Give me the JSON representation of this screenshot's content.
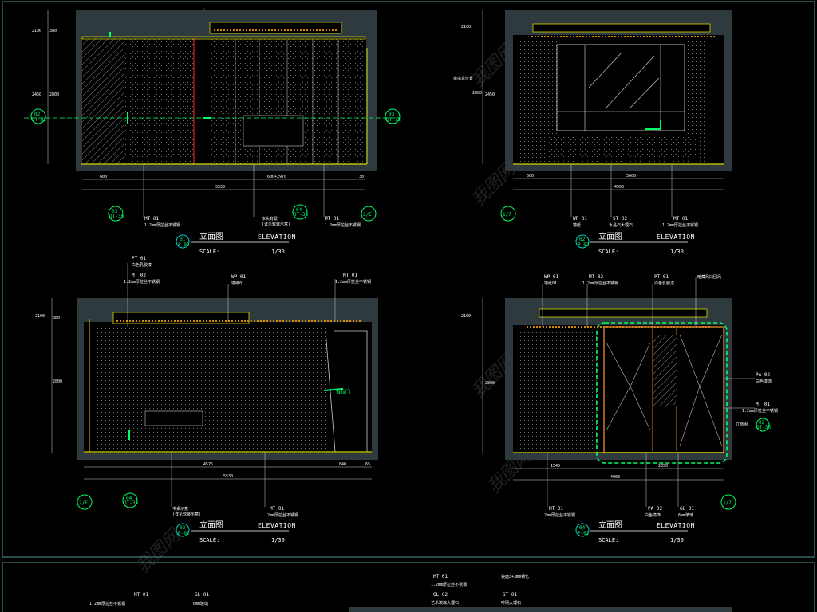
{
  "views": [
    {
      "id": "01",
      "title": "立面图",
      "title_en": "ELEVATION",
      "scale_label": "SCALE:",
      "scale": "1/30",
      "bubble_num": "01",
      "bubble_sub": "P-02",
      "total_dim": "5530",
      "dims": [
        "600",
        "600+2970",
        "30"
      ],
      "height_dims": [
        "2100",
        "2450",
        "2800",
        "380"
      ],
      "bottom_tags": [
        {
          "code": "MT 01",
          "text": "1.2mm厚拉丝不锈钢"
        },
        {
          "code": "MT 01",
          "text": "1.2mm厚拉丝不锈钢"
        }
      ],
      "bottom_note": [
        "床头背景",
        "(详见软装示意)"
      ],
      "section_marks": [
        {
          "num": "02",
          "sub": "DT-35"
        },
        {
          "num": "03",
          "sub": "DT-35"
        },
        {
          "num": "03",
          "sub": "DT-35"
        },
        {
          "num": "04",
          "sub": "DT-35"
        }
      ],
      "axis": "2/E"
    },
    {
      "id": "02",
      "title": "立面图",
      "title_en": "ELEVATION",
      "scale_label": "SCALE:",
      "scale": "1/30",
      "bubble_num": "02",
      "bubble_sub": "P-02",
      "total_dim": "4900",
      "dims": [
        "600",
        "3600"
      ],
      "height_dims": [
        "2100",
        "2450",
        "2800"
      ],
      "left_note": "窗帘盒位置",
      "bottom_tags": [
        {
          "code": "WP 01",
          "text": "墙纸"
        },
        {
          "code": "ST 02",
          "text": "水晶石大理石"
        },
        {
          "code": "MT 01",
          "text": "1.2mm厚拉丝不锈钢"
        }
      ],
      "axis": "1/7"
    },
    {
      "id": "03",
      "title": "立面图",
      "title_en": "ELEVATION",
      "scale_label": "SCALE:",
      "scale": "1/30",
      "bubble_num": "03",
      "bubble_sub": "P-02",
      "total_dim": "5530",
      "dims": [
        "4575",
        "840",
        "65"
      ],
      "height_dims": [
        "2100",
        "2800",
        "380"
      ],
      "top_tags": [
        {
          "code": "PT 01",
          "text": "白色乳胶漆"
        },
        {
          "code": "MT 02",
          "text": "1.2mm厚拉丝不锈钢"
        },
        {
          "code": "WP 01",
          "text": "墙纸01"
        },
        {
          "code": "MT 01",
          "text": "1.2mm厚拉丝不锈钢"
        }
      ],
      "door_label": "推拉门",
      "bottom_tags": [
        {
          "code": "MT 01",
          "text": "2mm厚拉丝不锈钢"
        }
      ],
      "bottom_note": [
        "书桌示意",
        "(详见软装示意)"
      ],
      "section_marks": [
        {
          "num": "04",
          "sub": "DT-35"
        }
      ],
      "axis": "2/E"
    },
    {
      "id": "04",
      "title": "立面图",
      "title_en": "ELEVATION",
      "scale_label": "SCALE:",
      "scale": "1/30",
      "bubble_num": "04",
      "bubble_sub": "P-02",
      "total_dim": "4900",
      "dims": [
        "1540",
        "2350"
      ],
      "height_dims": [
        "2100",
        "2800"
      ],
      "top_tags": [
        {
          "code": "WP 01",
          "text": "墙纸01"
        },
        {
          "code": "MT 02",
          "text": "1.2mm厚拉丝不锈钢"
        },
        {
          "code": "PT 01",
          "text": "白色乳胶漆"
        }
      ],
      "top_note": "暗藏风口回风",
      "side_tags": [
        {
          "code": "PA 02",
          "text": "白色漆饰"
        },
        {
          "code": "MT 01",
          "text": "1.2mm厚拉丝不锈钢"
        }
      ],
      "side_note": "立面图",
      "bottom_tags": [
        {
          "code": "MT 01",
          "text": "2mm厚拉丝不锈钢"
        },
        {
          "code": "PA 02",
          "text": "白色漆饰"
        },
        {
          "code": "GL 01",
          "text": "6mm玻璃"
        }
      ],
      "section_marks": [
        {
          "num": "02",
          "sub": "DT-35"
        }
      ],
      "axis": "1/7"
    }
  ],
  "lower_sheet": {
    "tags": [
      {
        "code": "MT 01",
        "text": "1.2mm厚拉丝不锈钢"
      },
      {
        "code": "GL 01",
        "text": "6mm玻璃"
      },
      {
        "code": "MT 01",
        "text": "1.2mm厚拉丝不锈钢"
      },
      {
        "code": "GL 02",
        "text": "艺术玻璃大理石"
      },
      {
        "code": "ST 01",
        "text": "啡网大理石"
      }
    ],
    "note": "镜面3+3mm钢化"
  },
  "watermark": "我图网",
  "colors": {
    "background": "#000000",
    "frame": "#3a4a4f",
    "yellow": "#d6d600",
    "green": "#00ff66",
    "red": "#ff3030",
    "cyan": "#00d0d0",
    "white": "#ffffff"
  }
}
